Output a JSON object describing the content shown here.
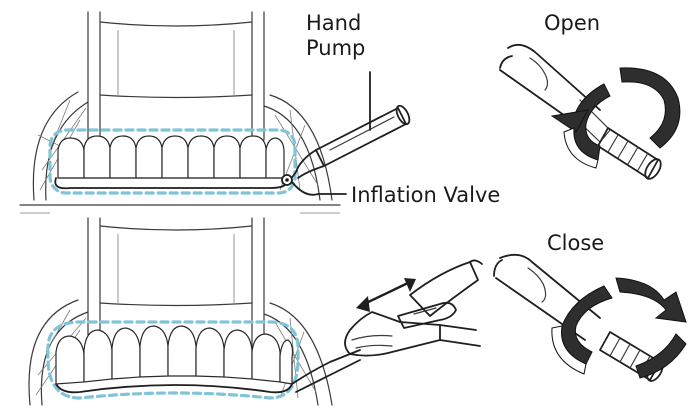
{
  "labels": {
    "hand_pump_line1": "Hand",
    "hand_pump_line2": "Pump",
    "inflation_valve": "Inflation Valve",
    "open": "Open",
    "close": "Close"
  },
  "colors": {
    "dashed_outline": "#7fc4d8",
    "line_art": "#2a2a2a",
    "rotation_arrow": "#2b2b2b"
  },
  "icons": {
    "open_arrow": "counter-clockwise-rotation-arrow",
    "close_arrow": "clockwise-rotation-arrow",
    "slide_arrow": "double-headed-arrow"
  }
}
